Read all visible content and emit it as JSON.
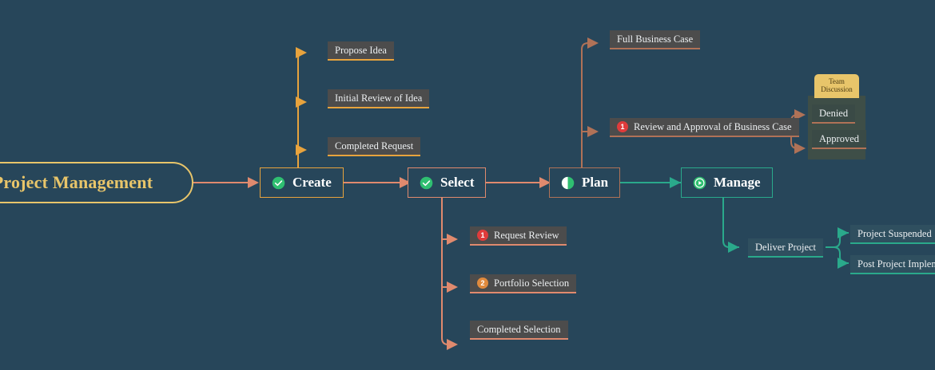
{
  "diagram": {
    "type": "flowchart",
    "title": "Project Management",
    "background_color": "#27465a",
    "root": {
      "label": "Project Management",
      "color": "#e8c56a"
    },
    "stages": [
      {
        "label": "Create",
        "icon": "check-circle-icon",
        "icon_color": "#2fbf71",
        "border_color": "#e8a33d"
      },
      {
        "label": "Select",
        "icon": "check-circle-icon",
        "icon_color": "#2fbf71",
        "border_color": "#e08a6e"
      },
      {
        "label": "Plan",
        "icon": "half-circle-icon",
        "icon_color": "#2fbf71",
        "border_color": "#b07257"
      },
      {
        "label": "Manage",
        "icon": "play-circle-icon",
        "icon_color": "#2fbf71",
        "border_color": "#2aa98b"
      }
    ],
    "create_children": [
      {
        "label": "Propose Idea"
      },
      {
        "label": "Initial Review of Idea"
      },
      {
        "label": "Completed Request"
      }
    ],
    "select_children": [
      {
        "label": "Request Review",
        "badge": "1",
        "badge_color": "#e03b3b"
      },
      {
        "label": "Portfolio Selection",
        "badge": "2",
        "badge_color": "#e08a3d"
      },
      {
        "label": "Completed Selection",
        "badge": "",
        "badge_color": ""
      }
    ],
    "plan_children": [
      {
        "label": "Full Business Case",
        "badge": "",
        "badge_color": ""
      },
      {
        "label": "Review and Approval of Business Case",
        "badge": "1",
        "badge_color": "#e03b3b"
      }
    ],
    "group": {
      "title_line1": "Team",
      "title_line2": "Discussion",
      "items": [
        {
          "label": "Denied"
        },
        {
          "label": "Approved"
        }
      ]
    },
    "manage_children": [
      {
        "label": "Deliver Project"
      }
    ],
    "deliver_children": [
      {
        "label": "Project Suspended"
      },
      {
        "label": "Post Project Implementation Review"
      }
    ],
    "colors": {
      "orange": "#e8a33d",
      "salmon": "#e08a6e",
      "brown": "#b07257",
      "teal": "#2aa98b",
      "gold": "#e8c56a",
      "green": "#2fbf71"
    }
  }
}
